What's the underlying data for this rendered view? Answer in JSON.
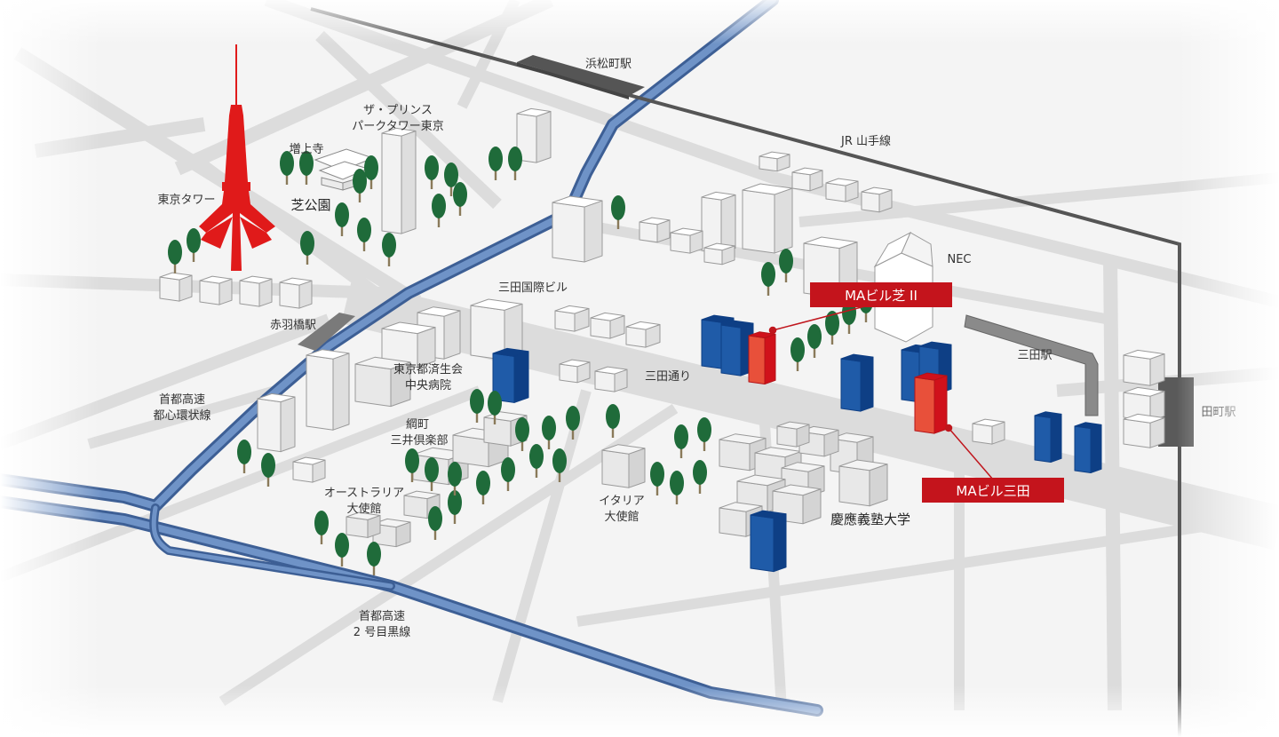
{
  "labels": {
    "hamamatsucho_station": "浜松町駅",
    "jr_yamanote": "JR 山手線",
    "prince_tower_1": "ザ・プリンス",
    "prince_tower_2": "パークタワー東京",
    "zojoji": "増上寺",
    "shiba_park": "芝公園",
    "tokyo_tower": "東京タワー",
    "nec": "NEC",
    "mita_kokusai": "三田国際ビル",
    "akabanebashi_station": "赤羽橋駅",
    "saiseikai_1": "東京都済生会",
    "saiseikai_2": "中央病院",
    "mita_dori": "三田通り",
    "mita_station": "三田駅",
    "tamachi_station": "田町駅",
    "shuto_loop_1": "首都高速",
    "shuto_loop_2": "都心環状線",
    "tsunamachi_1": "綱町",
    "tsunamachi_2": "三井倶楽部",
    "australia_1": "オーストラリア",
    "australia_2": "大使館",
    "italy_1": "イタリア",
    "italy_2": "大使館",
    "keio": "慶應義塾大学",
    "shuto_meguro_1": "首都高速",
    "shuto_meguro_2": "2 号目黒線"
  },
  "tags": {
    "ma_shiba2": "MAビル芝 II",
    "ma_mita": "MAビル三田"
  },
  "colors": {
    "highlight_red": "#d0111b",
    "highlight_orange": "#e8503a",
    "blue_building": "#1f5ba8",
    "blue_dark": "#0e3f85",
    "highway": "#5a7fb5",
    "rail": "#555555",
    "tree": "#1f6b3a",
    "road": "#dcdcdc"
  }
}
